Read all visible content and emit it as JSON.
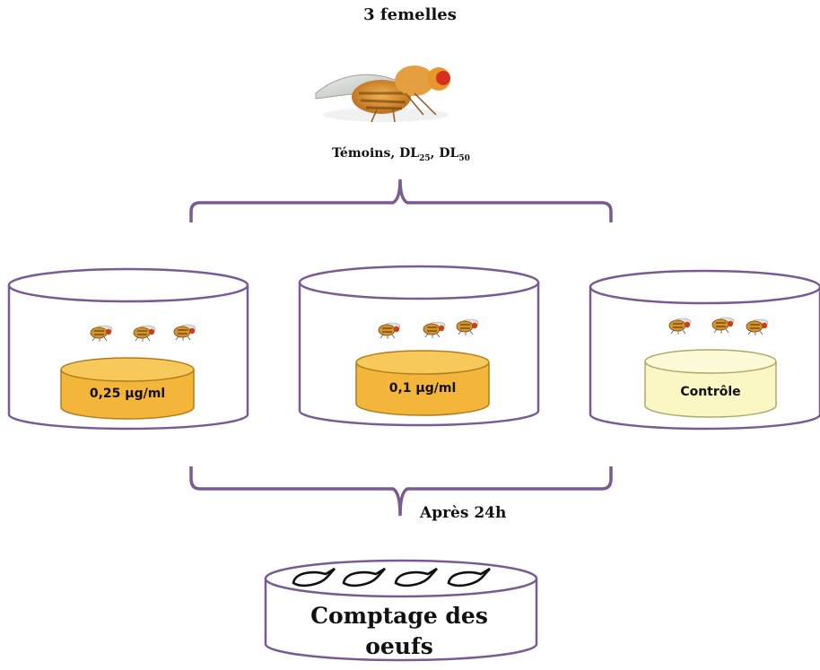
{
  "title": "3 femelles",
  "subtitle": {
    "temoins": "Témoins, DL",
    "dl25_sub": "25",
    "sep": ", DL",
    "dl50_sub": "50"
  },
  "jars": [
    {
      "label": "0,25 µg/ml",
      "food_color": "#f4b63a"
    },
    {
      "label": "0,1 µg/ml",
      "food_color": "#f4b63a"
    },
    {
      "label": "Contrôle",
      "food_color": "#fbf7c4"
    }
  ],
  "after_label": "Après 24h",
  "count_label": {
    "line1": "Comptage des",
    "line2": "oeufs"
  },
  "colors": {
    "outline": "#7a5a93",
    "food_outline": "#b07d1b"
  }
}
